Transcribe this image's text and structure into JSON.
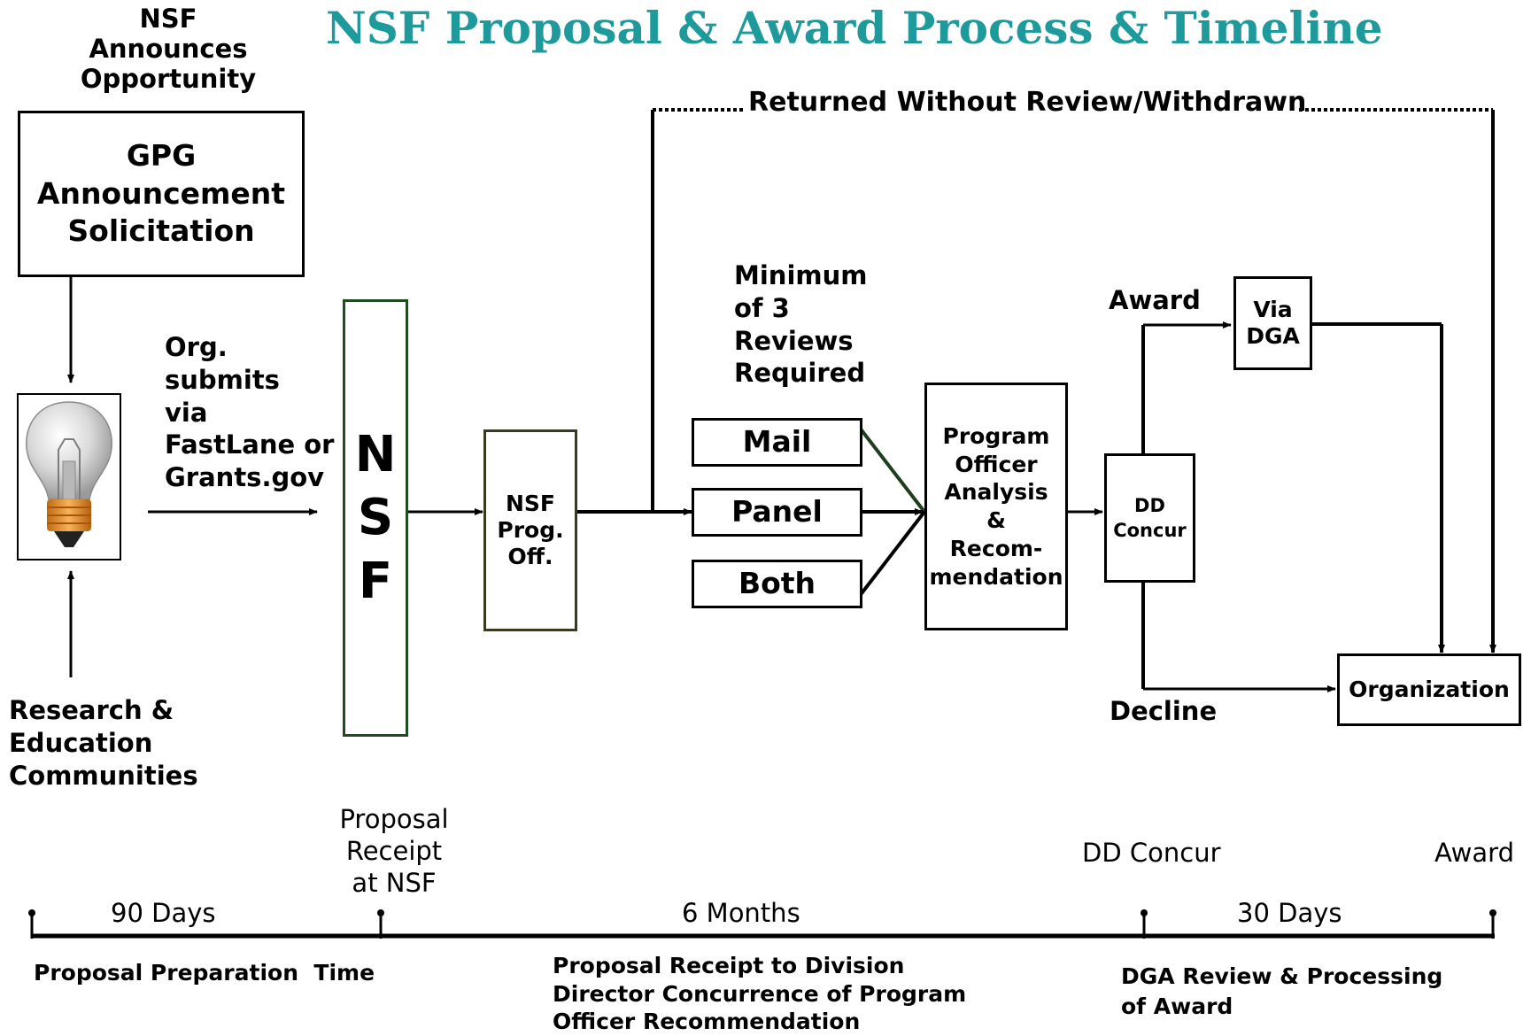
{
  "title": "NSF Proposal & Award Process & Timeline",
  "colors": {
    "title": "#1e9a9c",
    "nsf_box_border": "#1f4d1f",
    "prog_off_border": "#3a3a20",
    "line": "#000000"
  },
  "top_label": "NSF\nAnnounces\nOpportunity",
  "gpg_box": "GPG\nAnnouncement\nSolicitation",
  "lightbulb_icon": "lightbulb-icon",
  "communities_label": "Research &\nEducation\nCommunities",
  "submit_label": "Org.\nsubmits\nvia\nFastLane or\nGrants.gov",
  "nsf_box": "N\nS\nF",
  "prog_off_box": "NSF\nProg.\nOff.",
  "returned_label": "Returned Without Review/Withdrawn",
  "reviews_label": "Minimum\nof 3\nReviews\nRequired",
  "review_types": [
    "Mail",
    "Panel",
    "Both"
  ],
  "analysis_box": "Program\nOfficer\nAnalysis\n&\nRecom-\nmendation",
  "dd_box": "DD\nConcur",
  "award_label": "Award",
  "dga_box": "Via\nDGA",
  "decline_label": "Decline",
  "org_box": "Organization",
  "timeline": {
    "milestones": [
      "Proposal\nReceipt\nat NSF",
      "DD Concur",
      "Award"
    ],
    "durations": [
      "90 Days",
      "6 Months",
      "30 Days"
    ],
    "descriptions": [
      "Proposal Preparation  Time",
      "Proposal Receipt to Division\nDirector Concurrence of Program\nOfficer  Recommendation",
      "DGA Review & Processing\nof Award"
    ]
  }
}
